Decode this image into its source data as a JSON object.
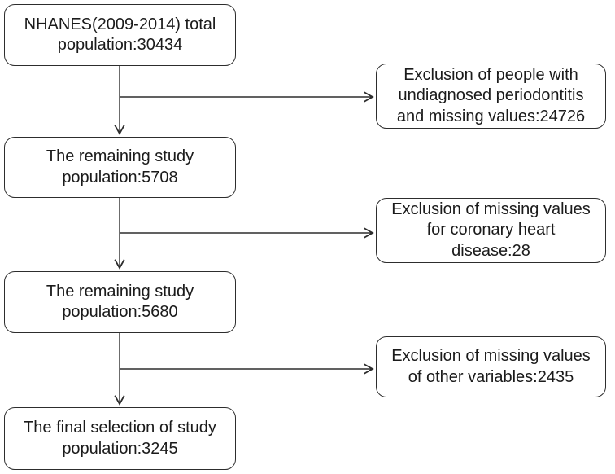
{
  "figure": {
    "type": "flowchart",
    "background": "#ffffff",
    "line_color": "#2d2d2d",
    "text_color": "#1b1b1b"
  },
  "flowchart": {
    "nodes": {
      "total": {
        "id": "nhanes-total-population",
        "lines": [
          "NHANES(2009-2014) total",
          "population:30434"
        ],
        "value": 30434
      },
      "excl1": {
        "id": "exclusion-periodontitis-missing",
        "lines": [
          "Exclusion of people with",
          "undiagnosed periodontitis",
          "and missing values:24726"
        ],
        "value": 24726
      },
      "remaining1": {
        "id": "remaining-5708",
        "lines": [
          "The remaining study",
          "population:5708"
        ],
        "value": 5708
      },
      "excl2": {
        "id": "exclusion-chd-missing",
        "lines": [
          "Exclusion of missing values",
          "for coronary heart",
          "disease:28"
        ],
        "value": 28
      },
      "remaining2": {
        "id": "remaining-5680",
        "lines": [
          "The remaining study",
          "population:5680"
        ],
        "value": 5680
      },
      "excl3": {
        "id": "exclusion-other-variables",
        "lines": [
          "Exclusion of missing values",
          "of other variables:2435"
        ],
        "value": 2435
      },
      "final": {
        "id": "final-selection",
        "lines": [
          "The final selection of study",
          "population:3245"
        ],
        "value": 3245
      }
    },
    "edges": [
      {
        "from": "nhanes-total-population",
        "to": "remaining-5708"
      },
      {
        "from": "nhanes-total-population",
        "to": "exclusion-periodontitis-missing"
      },
      {
        "from": "remaining-5708",
        "to": "remaining-5680"
      },
      {
        "from": "remaining-5708",
        "to": "exclusion-chd-missing"
      },
      {
        "from": "remaining-5680",
        "to": "final-selection"
      },
      {
        "from": "remaining-5680",
        "to": "exclusion-other-variables"
      }
    ]
  }
}
